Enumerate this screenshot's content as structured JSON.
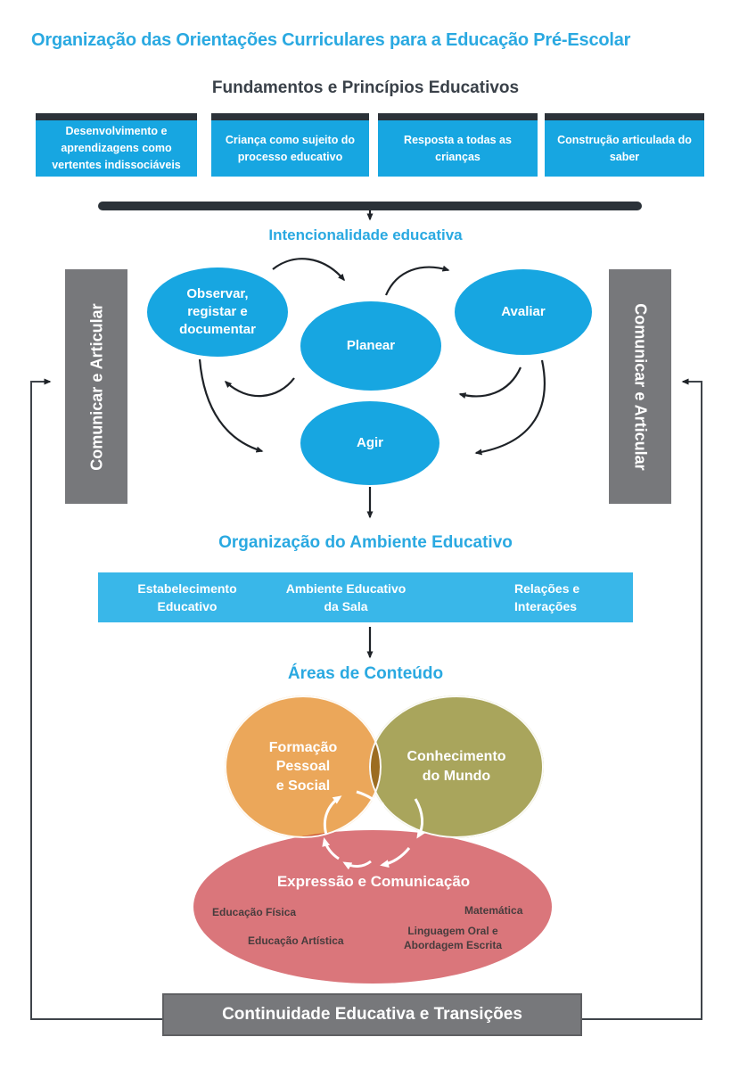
{
  "title": "Organização das Orientações Curriculares para a Educação Pré-Escolar",
  "fundamentos": {
    "heading": "Fundamentos e Princípios Educativos",
    "boxes": [
      "Desenvolvimento e aprendizagens como vertentes indissociáveis",
      "Criança como sujeito do processo educativo",
      "Resposta a todas as crianças",
      "Construção articulada do saber"
    ]
  },
  "intencionalidade": {
    "heading": "Intencionalidade educativa",
    "nodes": {
      "observar": "Observar, registar e documentar",
      "planear": "Planear",
      "avaliar": "Avaliar",
      "agir": "Agir"
    }
  },
  "side_bars": {
    "left": "Comunicar e Articular",
    "right": "Comunicar e Articular"
  },
  "ambiente": {
    "heading": "Organização do Ambiente Educativo",
    "items": [
      {
        "lines": [
          "Estabelecimento",
          "Educativo"
        ]
      },
      {
        "lines": [
          "Ambiente Educativo",
          "da Sala"
        ]
      },
      {
        "lines": [
          "Relações e",
          "Interações"
        ]
      }
    ]
  },
  "areas": {
    "heading": "Áreas de Conteúdo",
    "circles": [
      {
        "name": "formacao",
        "lines": [
          "Formação",
          "Pessoal",
          "e Social"
        ],
        "color": "#EBA75A"
      },
      {
        "name": "conhecimento",
        "lines": [
          "Conhecimento",
          "do Mundo"
        ],
        "color": "#A9A55C"
      }
    ],
    "expressao": {
      "title": "Expressão e Comunicação",
      "color": "#DA767B",
      "items": [
        {
          "label": "Educação Física"
        },
        {
          "label": "Matemática"
        },
        {
          "label": "Educação Artística"
        },
        {
          "lines": [
            "Linguagem Oral e",
            "Abordagem Escrita"
          ]
        }
      ]
    }
  },
  "continuidade": "Continuidade Educativa e Transições",
  "colors": {
    "accent_blue": "#2AA9E1",
    "node_blue": "#17A6E1",
    "bar_light_blue": "#39B7E9",
    "dark_navy": "#2B3239",
    "heading_dark": "#3A4149",
    "gray_bar": "#77787B",
    "orange": "#EBA75A",
    "olive": "#A9A55C",
    "red": "#DA767B",
    "sublabel_dark": "#473C3D"
  }
}
